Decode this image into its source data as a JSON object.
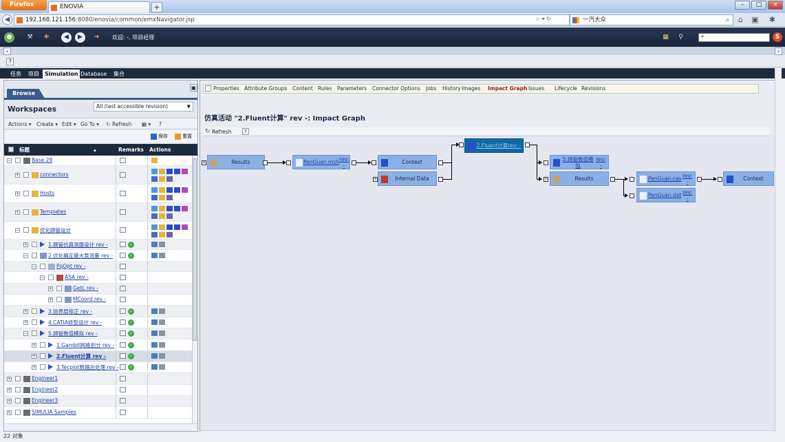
{
  "browser": {
    "menu_label": "Firefox",
    "tab_title": "ENOVIA",
    "new_tab": "+",
    "url_host": "192.168.121.156",
    "url_path": ":8080/enovia/common/emxNavigator.jsp",
    "search_text": "一汽大众",
    "win_min": "–",
    "win_max": "□",
    "win_close": "×"
  },
  "enovia": {
    "welcome": "欢迎: -, 项目经理",
    "search_value": "*"
  },
  "app_tabs": [
    "任务",
    "项目",
    "Simulation",
    "Database",
    "集合"
  ],
  "left": {
    "browse_tab": "Browse",
    "workspaces_label": "Workspaces",
    "revision_select": "All (last accessible revision)",
    "toolbar": {
      "actions": "Actions ▾",
      "create": "Create ▾",
      "edit": "Edit ▾",
      "goto": "Go To ▾",
      "refresh": "Refresh"
    },
    "save_label": "保存",
    "reset_label": "重置",
    "columns": {
      "title": "标题",
      "remarks": "Remarks",
      "actions": "Actions"
    },
    "rows": [
      {
        "label": "Base 29",
        "level": 0,
        "icon": "cube-icon",
        "expand": "⊟"
      },
      {
        "label": "connectors",
        "level": 1,
        "icon": "folder-icon",
        "expand": "+"
      },
      {
        "label": "Hosts",
        "level": 1,
        "icon": "folder-icon",
        "expand": "+"
      },
      {
        "label": "Templates",
        "level": 1,
        "icon": "folder-icon",
        "expand": "+"
      },
      {
        "label": "优化顾管设计",
        "level": 1,
        "icon": "folder-icon",
        "expand": "⊟"
      },
      {
        "label": "1.顾管仿真测面设计 rev -",
        "level": 2,
        "icon": "activity-icon",
        "expand": "+"
      },
      {
        "label": "2.优化确定最大泵流量 rev -",
        "level": 2,
        "icon": "optimization-icon",
        "expand": "⊟"
      },
      {
        "label": "PqOpt rev -",
        "level": 3,
        "icon": "process-icon",
        "expand": "⊟"
      },
      {
        "label": "ASA rev -",
        "level": 4,
        "icon": "algorithm-icon",
        "expand": "⊟"
      },
      {
        "label": "GetL rev -",
        "level": 5,
        "icon": "component-icon",
        "expand": "+"
      },
      {
        "label": "MCoord rev -",
        "level": 5,
        "icon": "component-icon",
        "expand": "+"
      },
      {
        "label": "3.协界层修正 rev -",
        "level": 2,
        "icon": "activity-icon",
        "expand": "+"
      },
      {
        "label": "4.CATIA修型设计 rev -",
        "level": 2,
        "icon": "activity-icon",
        "expand": "+"
      },
      {
        "label": "5.顾管数值模拟 rev -",
        "level": 2,
        "icon": "activity-icon",
        "expand": "⊟"
      },
      {
        "label": "1.Gambit网格划分 rev -",
        "level": 3,
        "icon": "activity-icon",
        "expand": "+"
      },
      {
        "label": "2.Fluent计算 rev -",
        "level": 3,
        "icon": "activity-icon",
        "expand": "+"
      },
      {
        "label": "3.Tecplot数据后处理 rev -",
        "level": 3,
        "icon": "activity-icon",
        "expand": "+"
      },
      {
        "label": "Engineer1",
        "level": 0,
        "icon": "cube-icon",
        "expand": "+"
      },
      {
        "label": "Engineer2",
        "level": 0,
        "icon": "cube-icon",
        "expand": "+"
      },
      {
        "label": "Engineer3",
        "level": 0,
        "icon": "cube-icon",
        "expand": "+"
      },
      {
        "label": "SIMULIA Samples",
        "level": 0,
        "icon": "cube-icon",
        "expand": "+"
      }
    ],
    "status": "22 对象"
  },
  "right": {
    "prop_tabs": [
      "Properties",
      "Attribute Groups",
      "Content",
      "Rules",
      "Parameters",
      "Connector Options",
      "Jobs",
      "History",
      "Images",
      "Impact Graph",
      "Issues",
      "Lifecycle",
      "Revisions"
    ],
    "active_tab": "Impact Graph",
    "page_title": "仿真活动 \"2.Fluent计算\" rev -: Impact Graph",
    "refresh": "Refresh",
    "graph": {
      "results1": "Results",
      "pengguan_msh": "PenGuan.msh",
      "rev1": "rev: -",
      "context1": "Context",
      "internal_data": "Internal Data",
      "fluent": "2.Fluent计算",
      "rev_fluent": "rev: -",
      "sim5": "5.顾管数值模拟",
      "rev5": "rev: -",
      "results2": "Results",
      "pengguan_cas": "PenGuan.cas",
      "rev_cas": "rev: -",
      "pengguan_dat": "PenGuan.dat",
      "rev_dat": "rev: -",
      "context2": "Context"
    }
  }
}
